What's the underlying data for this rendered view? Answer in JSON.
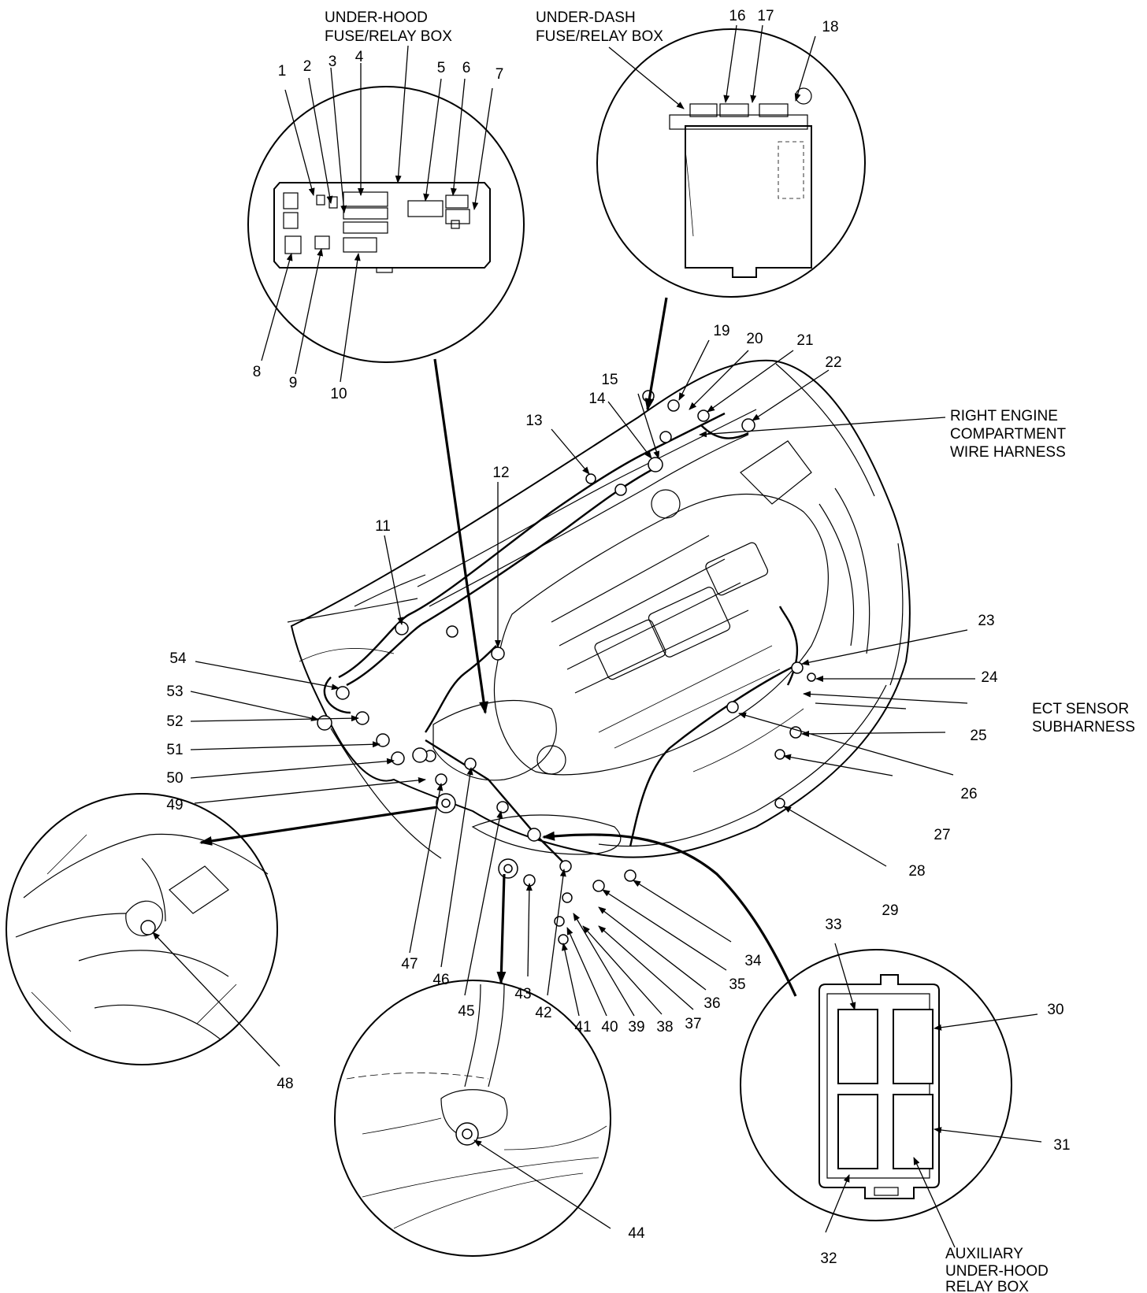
{
  "labels": {
    "under_hood_box": [
      "UNDER-HOOD",
      "FUSE/RELAY BOX"
    ],
    "under_dash_box": [
      "UNDER-DASH",
      "FUSE/RELAY BOX"
    ],
    "right_harness": [
      "RIGHT ENGINE",
      "COMPARTMENT",
      "WIRE HARNESS"
    ],
    "ect_subharness": [
      "ECT SENSOR",
      "SUBHARNESS"
    ],
    "aux_relay_box": [
      "AUXILIARY",
      "UNDER-HOOD",
      "RELAY BOX"
    ]
  },
  "callouts": [
    "1",
    "2",
    "3",
    "4",
    "5",
    "6",
    "7",
    "8",
    "9",
    "10",
    "11",
    "12",
    "13",
    "14",
    "15",
    "16",
    "17",
    "18",
    "19",
    "20",
    "21",
    "22",
    "23",
    "24",
    "25",
    "26",
    "27",
    "28",
    "29",
    "30",
    "31",
    "32",
    "33",
    "34",
    "35",
    "36",
    "37",
    "38",
    "39",
    "40",
    "41",
    "42",
    "43",
    "44",
    "45",
    "46",
    "47",
    "48",
    "49",
    "50",
    "51",
    "52",
    "53",
    "54"
  ]
}
